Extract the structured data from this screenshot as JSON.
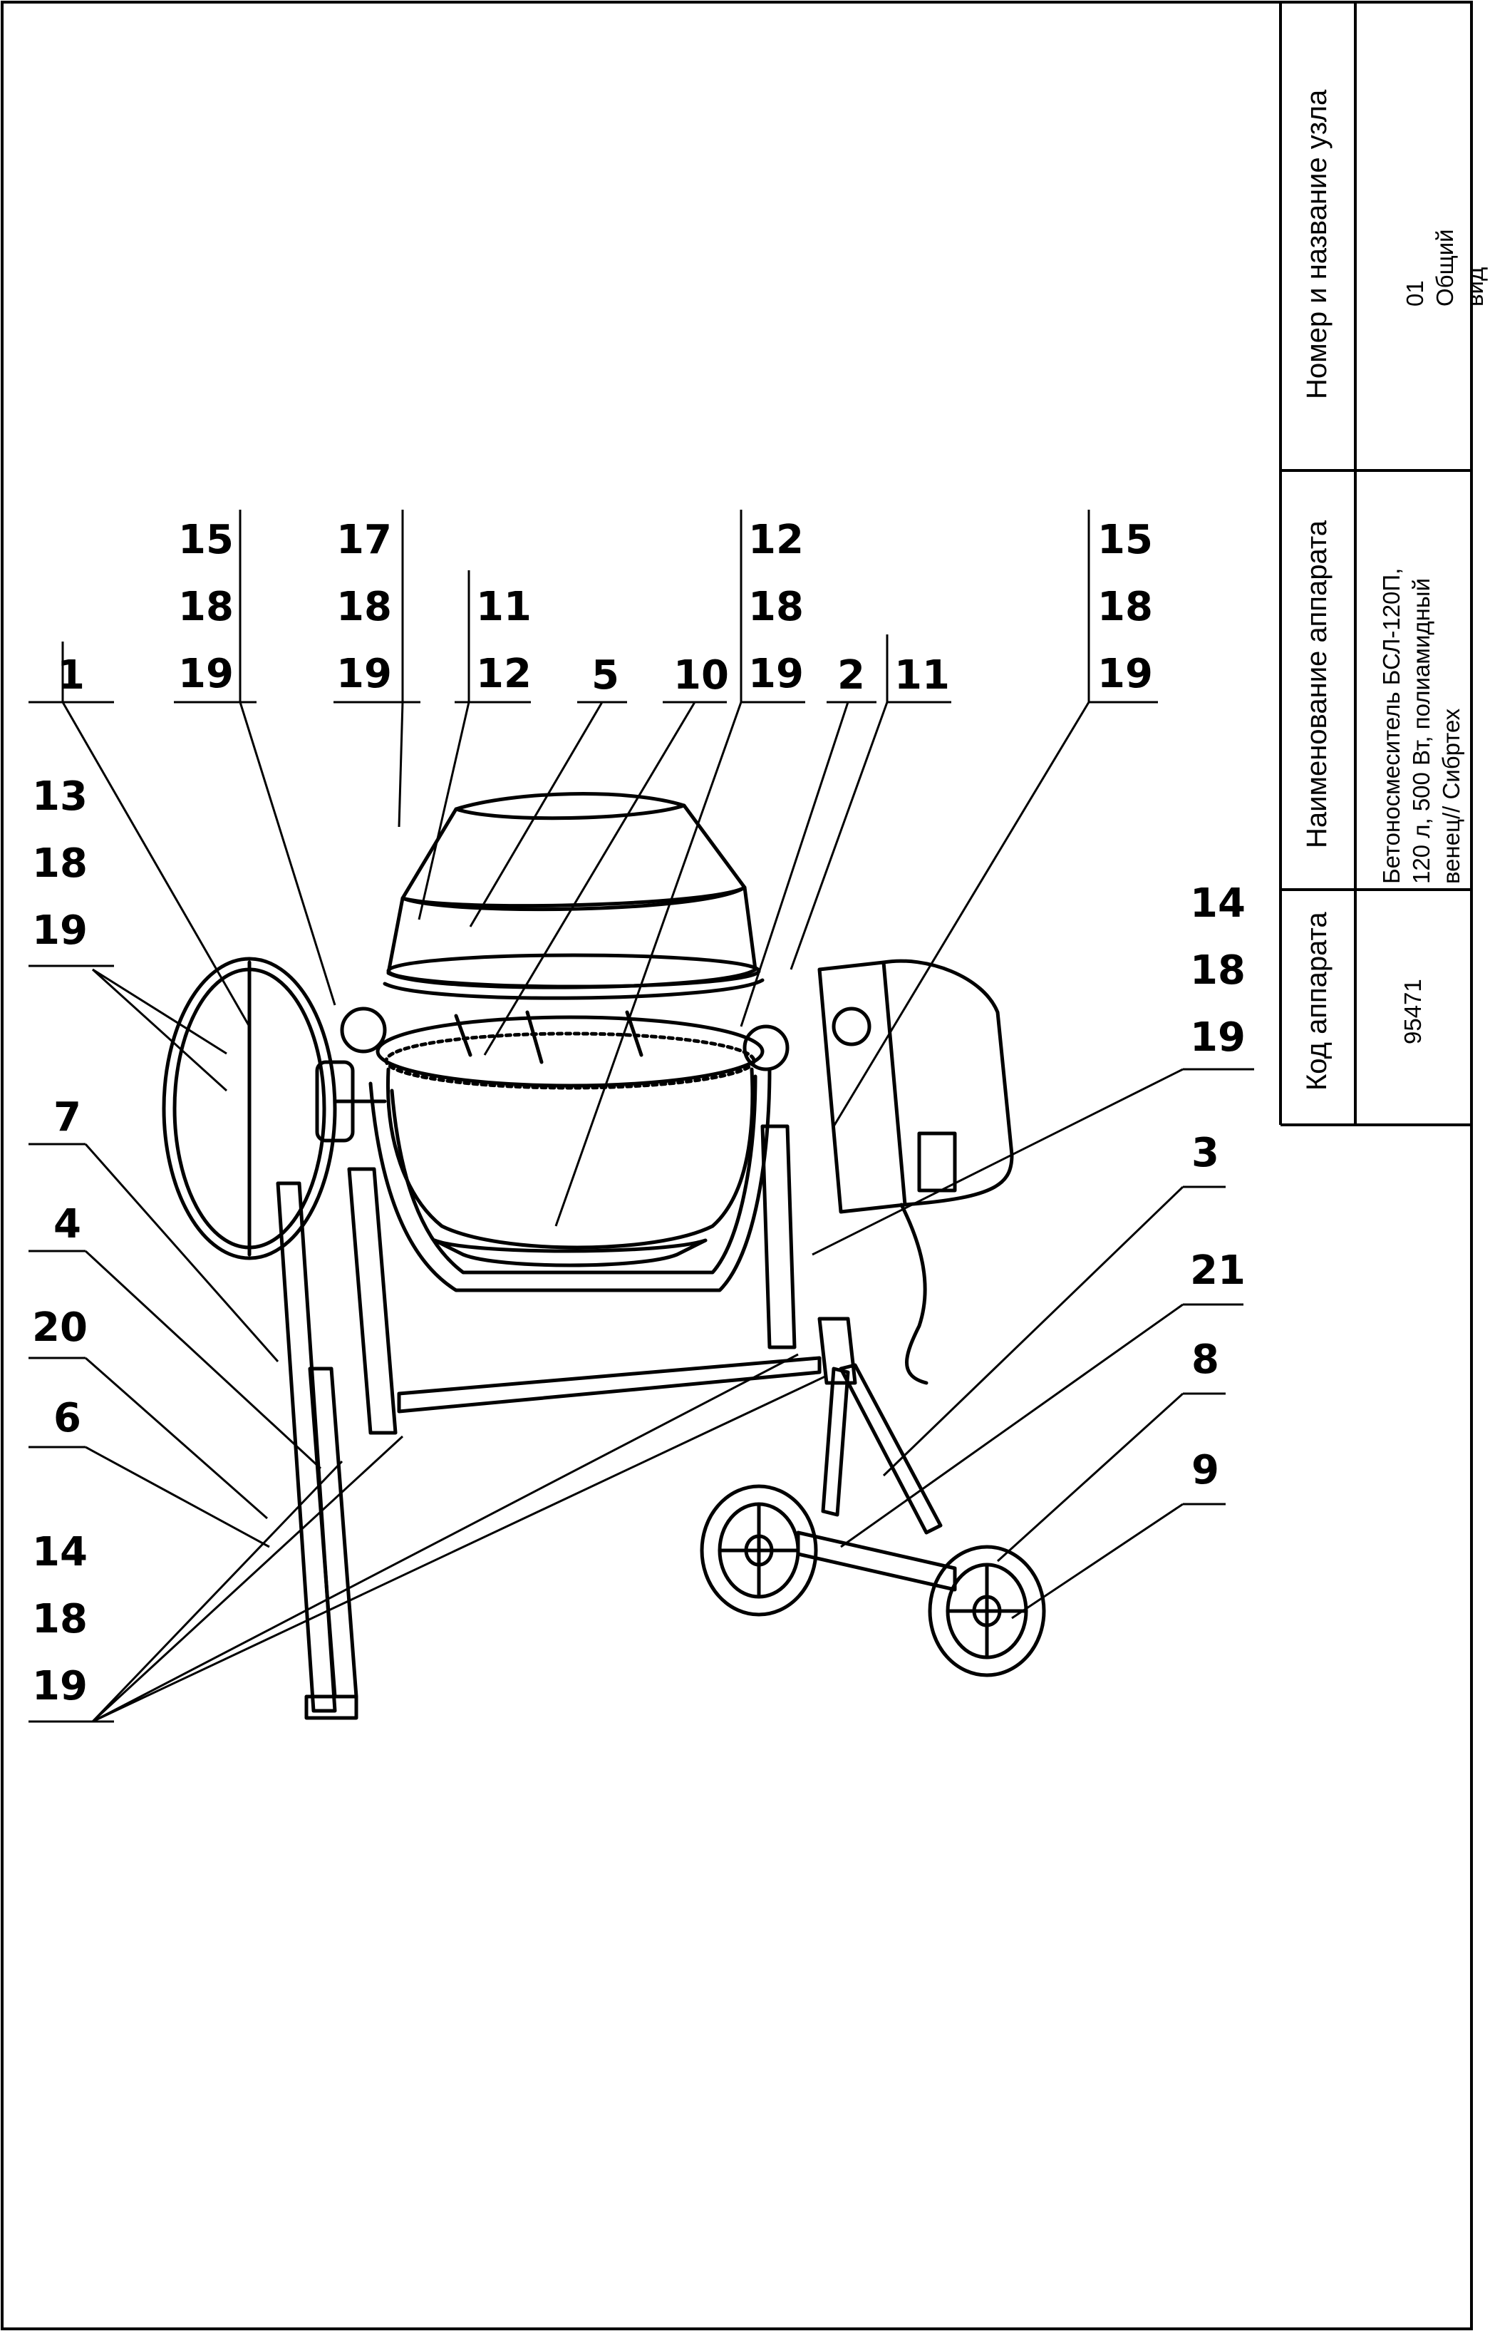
{
  "title_block": {
    "col_apparatus_code": "Код аппарата",
    "col_apparatus_name": "Наименование аппарата",
    "col_node": "Номер и название узла",
    "apparatus_code": "95471",
    "apparatus_name_line1": "Бетоносмеситель БСЛ-120П,",
    "apparatus_name_line2": "120 л, 500 Вт, полиамидный",
    "apparatus_name_line3": "венец// Сибртех",
    "node_name": "01 Общий вид"
  },
  "callouts": {
    "top": [
      [
        "1"
      ],
      [
        "15",
        "18",
        "19"
      ],
      [
        "17",
        "18",
        "19"
      ],
      [
        "11",
        "12"
      ],
      [
        "5"
      ],
      [
        "10"
      ],
      [
        "12",
        "18",
        "19"
      ],
      [
        "2"
      ],
      [
        "11"
      ],
      [
        "15",
        "18",
        "19"
      ]
    ],
    "left": [
      [
        "13",
        "18",
        "19"
      ],
      [
        "7"
      ],
      [
        "4"
      ],
      [
        "20"
      ],
      [
        "6"
      ],
      [
        "14",
        "18",
        "19"
      ]
    ],
    "right": [
      [
        "14",
        "18",
        "19"
      ],
      [
        "3"
      ],
      [
        "21"
      ],
      [
        "8"
      ],
      [
        "9"
      ]
    ]
  },
  "colors": {
    "ink": "#000000",
    "paper": "#ffffff",
    "shade": "#555555"
  }
}
